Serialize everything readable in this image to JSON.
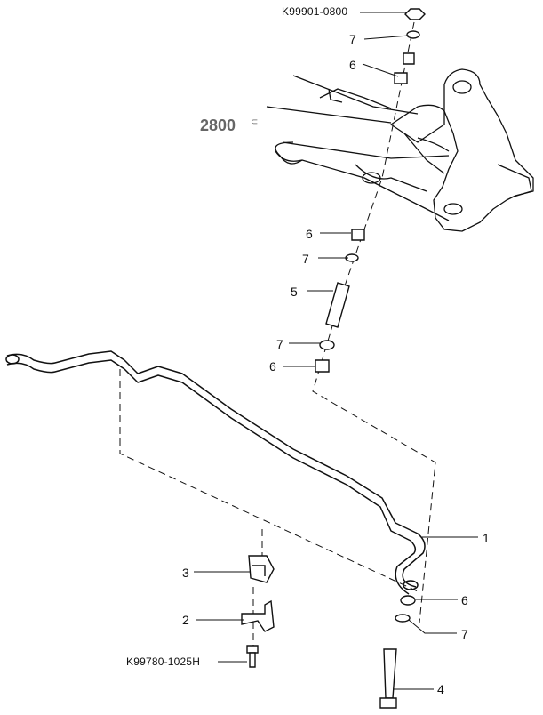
{
  "callouts": {
    "nut_part_number": "K99901-0800",
    "bolt_part_number": "K99780-1025H",
    "group_ref": "2800",
    "top_washer": "7",
    "top_bushing": "6",
    "mid_bushing": "6",
    "mid_washer": "7",
    "spacer": "5",
    "lower_washer": "7",
    "lower_bushing": "6",
    "stabilizer_bar": "1",
    "bar_bushing": "3",
    "bracket": "2",
    "end_bushing": "6",
    "end_washer": "7",
    "link_bolt": "4"
  },
  "colors": {
    "line": "#111111",
    "ref_text": "#666666"
  }
}
